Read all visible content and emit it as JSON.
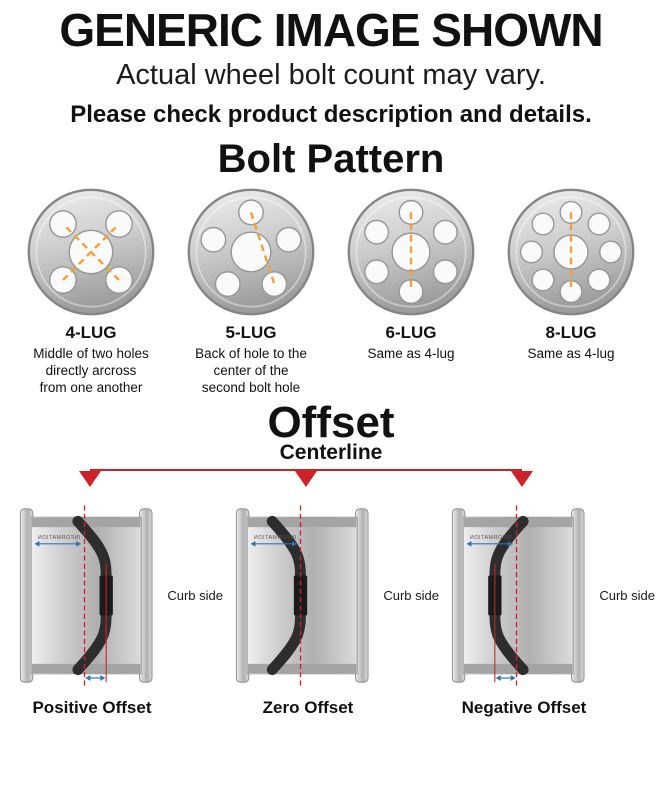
{
  "header": {
    "title": "GENERIC IMAGE SHOWN",
    "subtitle": "Actual wheel bolt count may vary.",
    "note": "Please check product description and details."
  },
  "bolt_pattern": {
    "title": "Bolt Pattern",
    "items": [
      {
        "label": "4-LUG",
        "holes": 4,
        "description": "Middle of two holes directly arcross from one another"
      },
      {
        "label": "5-LUG",
        "holes": 5,
        "description": "Back of hole to the center of the second bolt hole"
      },
      {
        "label": "6-LUG",
        "holes": 6,
        "description": "Same as 4-lug"
      },
      {
        "label": "8-LUG",
        "holes": 8,
        "description": "Same as 4-lug"
      }
    ]
  },
  "offset": {
    "title": "Offset",
    "centerline_label": "Centerline",
    "curb_side_label": "Curb side",
    "wheel_stamp_text": "INFORMATION",
    "items": [
      {
        "label": "Positive Offset",
        "type": "positive"
      },
      {
        "label": "Zero Offset",
        "type": "zero"
      },
      {
        "label": "Negative Offset",
        "type": "negative"
      }
    ]
  },
  "colors": {
    "red": "#cc2229",
    "orange": "#f0a23a",
    "blue": "#2e74b5",
    "dark": "#2d2d2d"
  }
}
